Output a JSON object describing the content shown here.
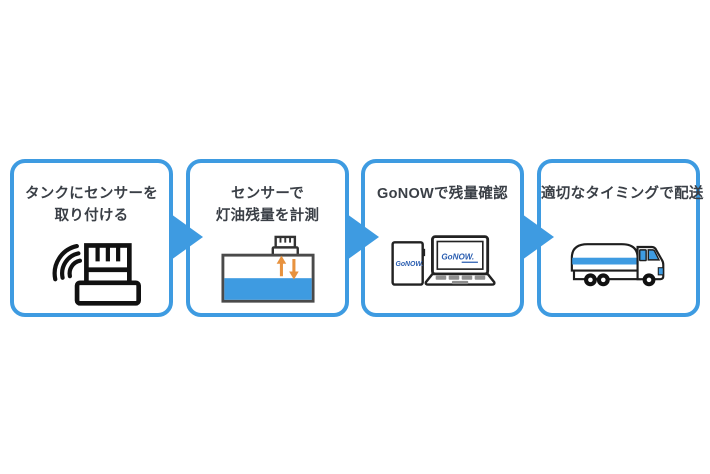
{
  "colors": {
    "accent_blue": "#3E9BE1",
    "orange": "#E8923E",
    "logo_blue": "#2A5DB0",
    "title_text": "#3A3F46"
  },
  "steps": [
    {
      "title_line1": "タンクにセンサーを",
      "title_line2": "取り付ける",
      "icon": "sensor-with-signal-icon"
    },
    {
      "title_line1": "センサーで",
      "title_line2": "灯油残量を計測",
      "icon": "tank-level-measurement-icon"
    },
    {
      "title_line1": "GoNOWで残量確認",
      "icon": "phone-and-laptop-icon"
    },
    {
      "title_line1": "適切なタイミングで配送",
      "icon": "delivery-tank-truck-icon"
    }
  ],
  "logos": {
    "phone_label": "GoNOW.",
    "laptop_label": "GoNOW."
  }
}
